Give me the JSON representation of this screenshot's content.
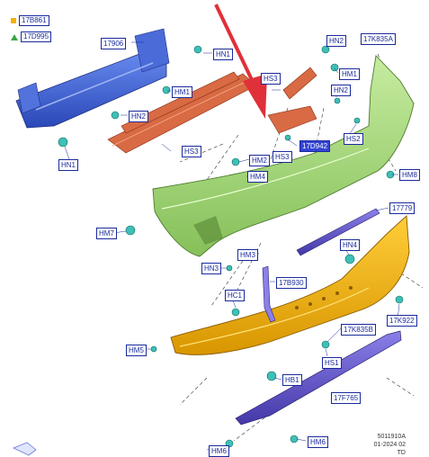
{
  "legend": [
    {
      "code": "17B861",
      "marker": "square",
      "color": "#f4b000"
    },
    {
      "code": "17D995",
      "marker": "triangle",
      "color": "#3aa84a"
    }
  ],
  "labels": {
    "l17906": "17906",
    "hn1a": "HN1",
    "hm1a": "HM1",
    "hn2a": "HN2",
    "hn1b": "HN1",
    "hs3a": "HS3",
    "hs3b": "HS3",
    "l17d942": "17D942",
    "hn2b": "HN2",
    "l17k835a": "17K835A",
    "hm1b": "HM1",
    "hn2c": "HN2",
    "hs2": "HS2",
    "hs3c": "HS3",
    "hm2": "HM2",
    "hm4": "HM4",
    "hm8": "HM8",
    "l17779": "17779",
    "hm7": "HM7",
    "hn4": "HN4",
    "hm3": "HM3",
    "hn3": "HN3",
    "l17b930": "17B930",
    "hc1": "HC1",
    "l17k922": "17K922",
    "l17k835b": "17K835B",
    "hm5": "HM5",
    "hs1": "HS1",
    "hb1": "HB1",
    "l17f765": "17F765",
    "hm6a": "HM6",
    "hm6b": "HM6"
  },
  "footer": {
    "code": "5011910A",
    "date": "01-2024 02",
    "initials": "TD"
  },
  "colors": {
    "label_blue": "#1a2a9c",
    "beam_blue": "#3a5fd0",
    "bracket_red": "#d0603a",
    "cover_green": "#a7d87c",
    "bumper_yellow": "#f0b000",
    "trim_purple": "#5a50c8",
    "clip_teal": "#30b8b0",
    "arrow_red": "#e0303a"
  }
}
